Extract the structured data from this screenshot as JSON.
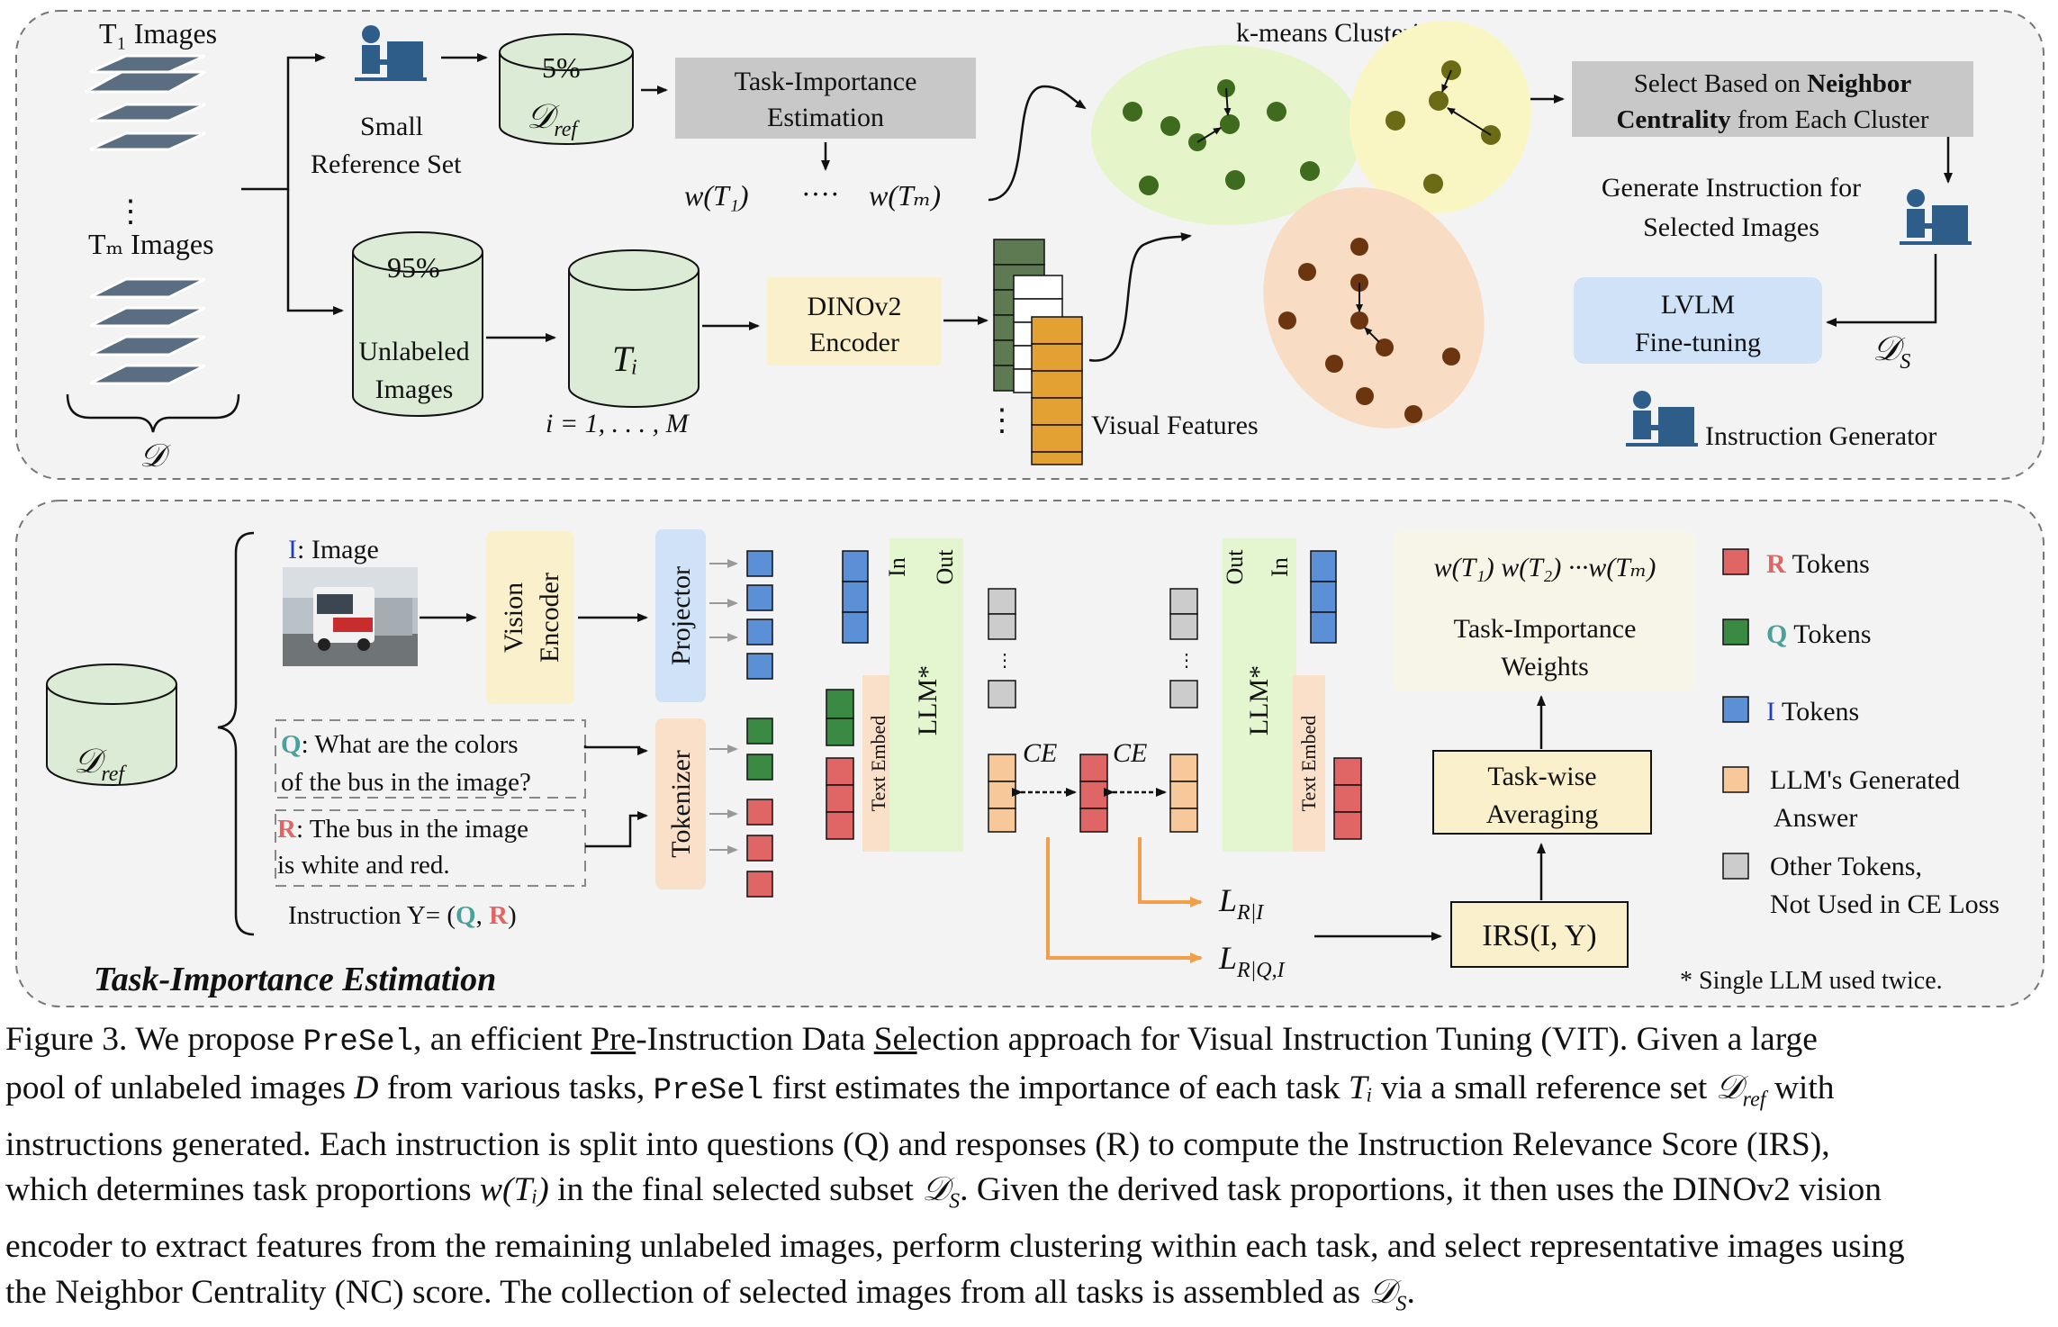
{
  "top": {
    "t1_images": "T₁ Images",
    "tm_images": "Tₘ Images",
    "dataset": "𝒟",
    "small_ref_line1": "Small",
    "small_ref_line2": "Reference Set",
    "ref_percent": "5%",
    "d_ref": "𝒟",
    "d_ref_sub": "ref",
    "task_importance_line1": "Task-Importance",
    "task_importance_line2": "Estimation",
    "weights_first": "w(T₁)",
    "weights_dots": "····",
    "weights_last": "w(Tₘ)",
    "unlabeled_percent": "95%",
    "unlabeled_line1": "Unlabeled",
    "unlabeled_line2": "Images",
    "task_i": "Tᵢ",
    "task_index": "i = 1, . . . , M",
    "encoder_line1": "DINOv2",
    "encoder_line2": "Encoder",
    "visual_features": "Visual Features",
    "kmeans": "k-means Clustering",
    "select_part1": "Select Based on ",
    "select_bold1": "Neighbor",
    "select_bold2": "Centrality",
    "select_part2": " from Each Cluster",
    "generate_line1": "Generate Instruction for",
    "generate_line2": "Selected Images",
    "lvlm_line1": "LVLM",
    "lvlm_line2": "Fine-tuning",
    "d_s": "𝒟",
    "d_s_sub": "S",
    "instruction_generator": "Instruction Generator"
  },
  "bottom": {
    "d_ref": "𝒟",
    "d_ref_sub": "ref",
    "image_label_letter": "I",
    "image_label_rest": ": Image",
    "vision_encoder_line1": "Vision",
    "vision_encoder_line2": "Encoder",
    "projector": "Projector",
    "tokenizer": "Tokenizer",
    "question_letter": "Q",
    "question_line1": ": What are the colors",
    "question_line2": "of the bus in the image?",
    "response_letter": "R",
    "response_line1": ": The bus in the image",
    "response_line2": "is white and red.",
    "instruction_prefix": "Instruction Y= (",
    "instruction_q": "Q",
    "instruction_sep": ", ",
    "instruction_r": "R",
    "instruction_suffix": ")",
    "llm": "LLM*",
    "in_label": "In",
    "out_label": "Out",
    "text_embed": "Text Embed",
    "ce": "CE",
    "l_r_i": "L",
    "l_r_i_sub": "R|I",
    "l_r_qi": "L",
    "l_r_qi_sub": "R|Q,I",
    "irs": "IRS(I, Y)",
    "task_wise_line1": "Task-wise",
    "task_wise_line2": "Averaging",
    "weights_seq": "w(T₁) w(T₂) ···w(Tₘ)",
    "tiw_line1": "Task-Importance",
    "tiw_line2": "Weights",
    "section_title": "Task-Importance Estimation",
    "single_llm_note": "* Single LLM used twice.",
    "legend": [
      {
        "letter": "R",
        "text": " Tokens",
        "color": "#e06666"
      },
      {
        "letter": "Q",
        "text": " Tokens",
        "color": "#3b8a44"
      },
      {
        "letter": "I",
        "text": " Tokens",
        "color": "#5b8fd6"
      },
      {
        "letter": "",
        "text": "LLM's Generated",
        "text2": "Answer",
        "color": "#f7c99a"
      },
      {
        "letter": "",
        "text": "Other Tokens,",
        "text2": "Not Used in CE Loss",
        "color": "#cccccc"
      }
    ]
  },
  "caption": {
    "l1_a": "Figure 3. We propose ",
    "l1_code": "PreSel",
    "l1_b": ", an efficient ",
    "l1_pre": "Pre",
    "l1_c": "-Instruction Data ",
    "l1_sel": "Sel",
    "l1_d": "ection approach for Visual Instruction Tuning (VIT). Given a large",
    "l2_a": "pool of unlabeled images ",
    "l2_D": "D",
    "l2_b": " from various tasks, ",
    "l2_code": "PreSel",
    "l2_c": " first estimates the importance of each task ",
    "l2_T": "Tᵢ",
    "l2_d": " via a small reference set ",
    "l2_Dref": "𝒟",
    "l2_Dref_sub": "ref",
    "l2_e": " with",
    "l3": "instructions generated. Each instruction is split into questions (Q) and responses (R) to compute the Instruction Relevance Score (IRS),",
    "l4_a": "which determines task proportions ",
    "l4_w": "w(Tᵢ)",
    "l4_b": " in the final selected subset ",
    "l4_Ds": "𝒟",
    "l4_Ds_sub": "S",
    "l4_c": ". Given the derived task proportions, it then uses the DINOv2 vision",
    "l5": "encoder to extract features from the remaining unlabeled images, perform clustering within each task, and select representative images using",
    "l6_a": "the Neighbor Centrality (NC) score. The collection of selected images from all tasks is assembled as ",
    "l6_Ds": "𝒟",
    "l6_Ds_sub": "S",
    "l6_b": "."
  },
  "colors": {
    "panel_bg": "#f3f3f3",
    "gray_box": "#c8c8c8",
    "green_cyl": "#dcebd5",
    "cream": "#fbf0cc",
    "blue_box": "#cfe2f7",
    "peach": "#fbe0c9",
    "llm_green": "#e3f6cf",
    "cluster_green": "#e6f5c9",
    "cluster_yellow": "#faf6c3",
    "cluster_peach": "#f8dcc4",
    "dot_green": "#3f6b1e",
    "dot_olive": "#6b6a15",
    "dot_brown": "#6b3510",
    "orange_arrow": "#f0a04b"
  }
}
